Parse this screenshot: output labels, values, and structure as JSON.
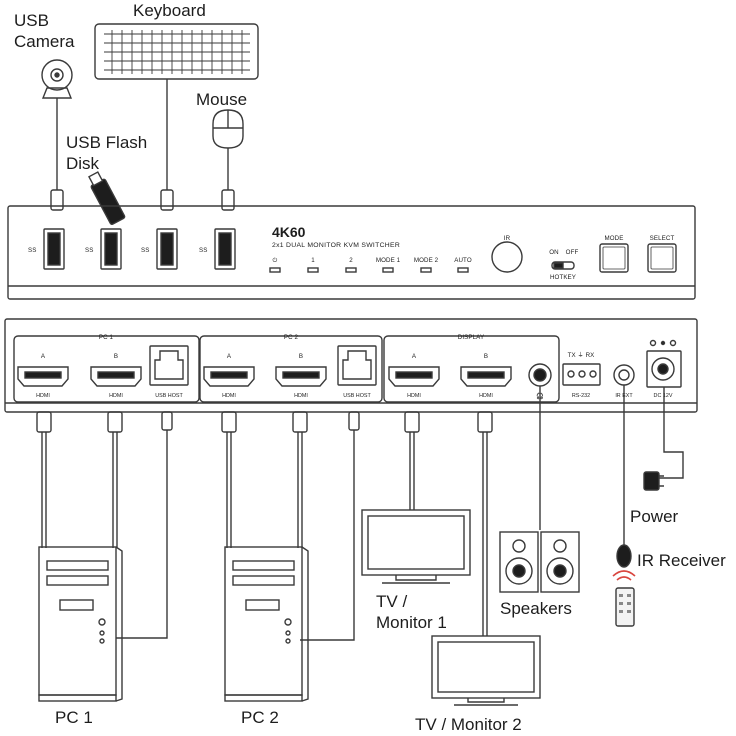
{
  "peripherals": {
    "usb_camera": "USB\nCamera",
    "keyboard": "Keyboard",
    "mouse": "Mouse",
    "usb_flash_disk": "USB Flash\nDisk"
  },
  "front_panel": {
    "model": "4K60",
    "subtitle": "2x1 DUAL MONITOR KVM SWITCHER",
    "usb_port_label": "SS",
    "indicators": [
      "⏻",
      "1",
      "2",
      "MODE 1",
      "MODE 2",
      "AUTO"
    ],
    "ir_label": "IR",
    "hotkey_on": "ON",
    "hotkey_off": "OFF",
    "hotkey_label": "HOTKEY",
    "mode_button": "MODE",
    "select_button": "SELECT"
  },
  "rear_panel": {
    "group_pc1": "PC 1",
    "group_pc2": "PC 2",
    "group_display": "DISPLAY",
    "port_a": "A",
    "port_b": "B",
    "hdmi": "HDMI",
    "usb_host": "USB HOST",
    "audio_symbol": "🎧",
    "rs232_top": "TX ⏚ RX",
    "rs232": "RS-232",
    "ir_ext": "IR EXT",
    "dc": "DC 12V"
  },
  "devices": {
    "pc1": "PC 1",
    "pc2": "PC 2",
    "monitor1": "TV /\nMonitor 1",
    "monitor2": "TV / Monitor 2",
    "speakers": "Speakers",
    "ir_receiver": "IR Receiver",
    "power": "Power"
  },
  "colors": {
    "line": "#3a3a3a",
    "panel_fill": "#ffffff",
    "port_fill": "#1d1d1d",
    "remote_red": "#d9463f"
  }
}
